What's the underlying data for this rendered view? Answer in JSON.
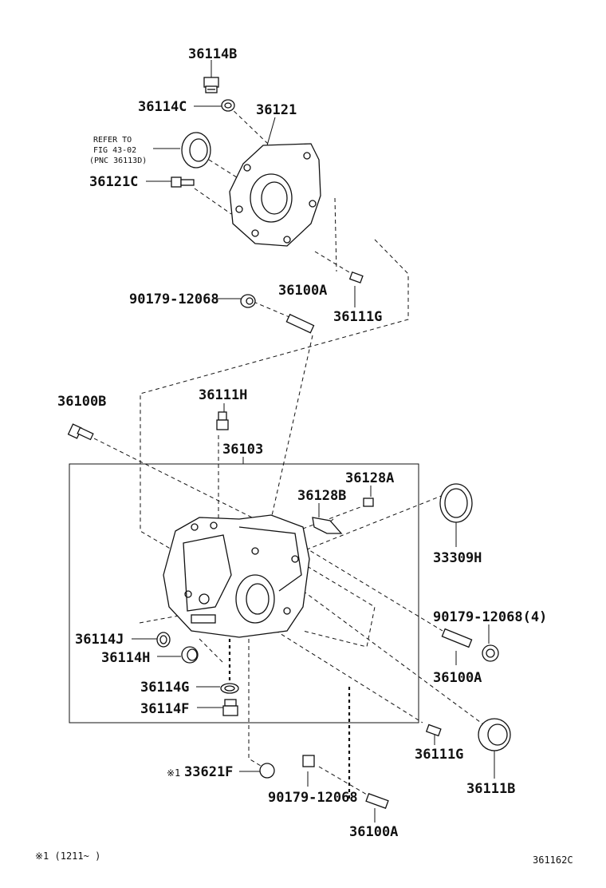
{
  "parts": {
    "p36114B": "36114B",
    "p36114C": "36114C",
    "p36121": "36121",
    "p36121C": "36121C",
    "p90179_top": "90179-12068",
    "p36100A_top": "36100A",
    "p36111G_top": "36111G",
    "p36100B": "36100B",
    "p36111H": "36111H",
    "p36103": "36103",
    "p36128A": "36128A",
    "p36128B": "36128B",
    "p33309H": "33309H",
    "p90179_4": "90179-12068(4)",
    "p36100A_right": "36100A",
    "p36114J": "36114J",
    "p36114H": "36114H",
    "p36114G": "36114G",
    "p36114F": "36114F",
    "p36111G_bottom": "36111G",
    "p33621F": "33621F",
    "p33621F_mark": "※1",
    "p90179_bottom": "90179-12068",
    "p36111B": "36111B",
    "p36100A_bottom": "36100A"
  },
  "refer_note": {
    "line1": "REFER TO",
    "line2": "FIG 43-02",
    "line3": "(PNC 36113D)"
  },
  "footer": {
    "note": "※1 (1211~   )",
    "figure_code": "361162C"
  }
}
